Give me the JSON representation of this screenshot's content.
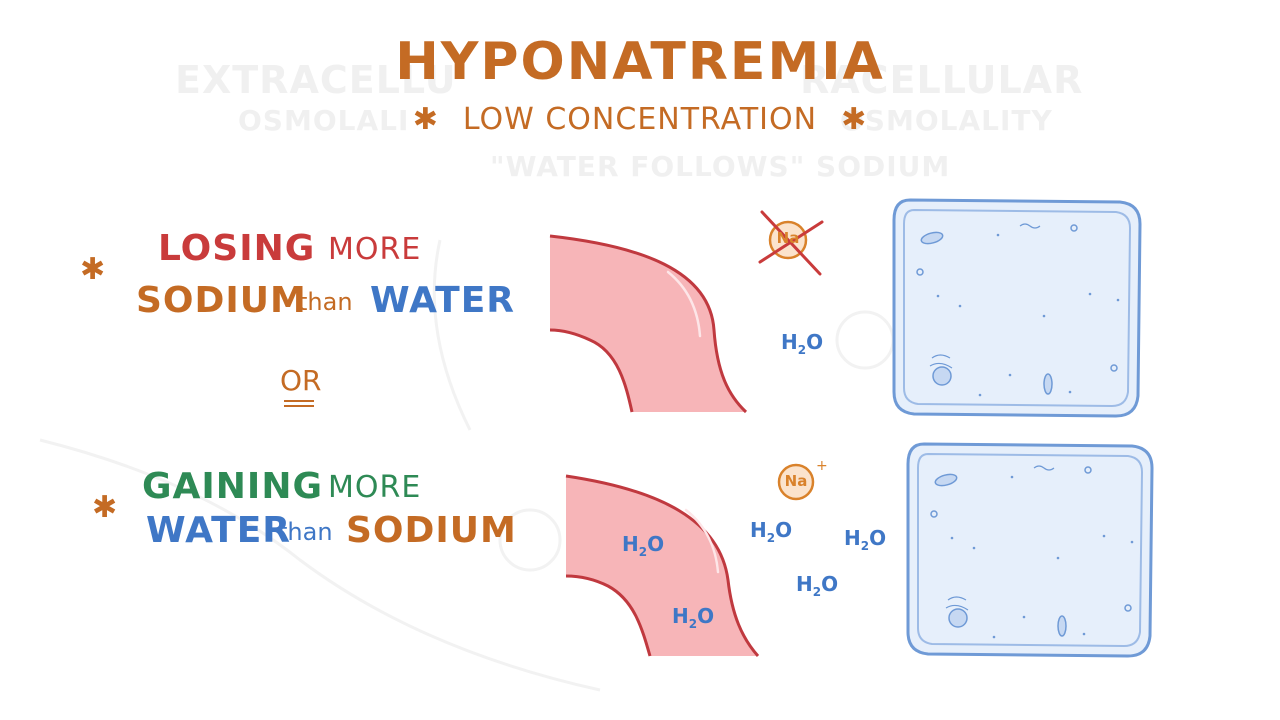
{
  "title": "HYPONATREMIA",
  "subtitle": "LOW CONCENTRATION",
  "star_glyph": "✱",
  "background_text": {
    "left": "EXTRACELLU",
    "right": "RACELLULAR",
    "sub_left": "OSMOLALI",
    "sub_right": "OSMOLALITY",
    "middle": "\"WATER FOLLOWS\" SODIUM"
  },
  "scenario_1": {
    "line1_a": "LOSING",
    "line1_b": "MORE",
    "line2_a": "SODIUM",
    "line2_b": "than",
    "line2_c": "WATER"
  },
  "or_label": "OR",
  "scenario_2": {
    "line1_a": "GAINING",
    "line1_b": "MORE",
    "line2_a": "WATER",
    "line2_b": "than",
    "line2_c": "SODIUM"
  },
  "molecules": {
    "water_base": "H",
    "water_sub": "2",
    "water_tail": "O",
    "sodium_top": "Na",
    "sodium_bottom": "Na",
    "sodium_charge": "+"
  },
  "colors": {
    "orange": "#c46b24",
    "red": "#c93b3b",
    "blue": "#3f77c6",
    "green": "#2e8a55",
    "vessel_fill": "#f7b5b8",
    "vessel_stroke": "#c0393f",
    "cell_fill": "#e6effb",
    "cell_stroke": "#6f9ad6"
  }
}
